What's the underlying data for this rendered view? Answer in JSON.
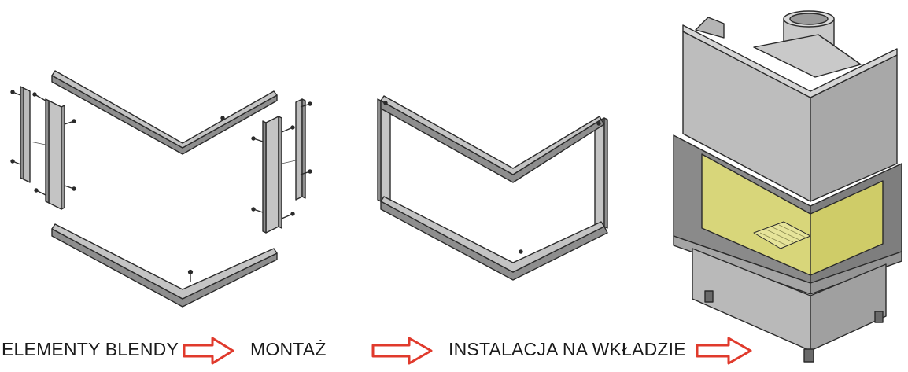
{
  "steps": [
    {
      "label": "ELEMENTY BLENDY"
    },
    {
      "label": "MONTAŻ"
    },
    {
      "label": "INSTALACJA NA WKŁADZIE"
    }
  ],
  "colors": {
    "part_fill": "#c4c4c4",
    "part_side": "#8e8e8e",
    "outline": "#2a2a2a",
    "glass": "#d8d67a",
    "arrow": "#e03a2c",
    "text": "#1a1a1a"
  },
  "icons": [
    "right-arrow-icon"
  ]
}
